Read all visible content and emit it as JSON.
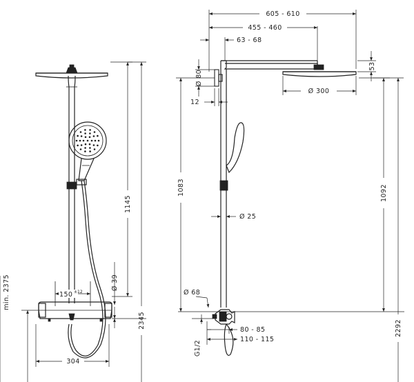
{
  "dimensions": {
    "front": {
      "min_height": "min. 2375",
      "overall_height": "2345",
      "rail_length": "1145",
      "pipe_diameter": "Ø 39",
      "inlet_spacing": "150",
      "inlet_tolerance": "±12",
      "mixer_width": "304"
    },
    "side": {
      "arm_outer": "605 - 610",
      "arm_inner": "455 - 460",
      "arm_offset": "63 - 68",
      "head_height": "53",
      "wall_plate_diameter": "Ø 80",
      "wall_plate_offset": "12",
      "head_diameter": "Ø 300",
      "height_1083": "1083",
      "height_1092": "1092",
      "rail_diameter": "Ø 25",
      "flange_diameter": "Ø 68",
      "thread": "G1/2",
      "inlet_depth_1": "80 - 85",
      "inlet_depth_2": "110 - 115",
      "height_2292": "2292"
    }
  }
}
